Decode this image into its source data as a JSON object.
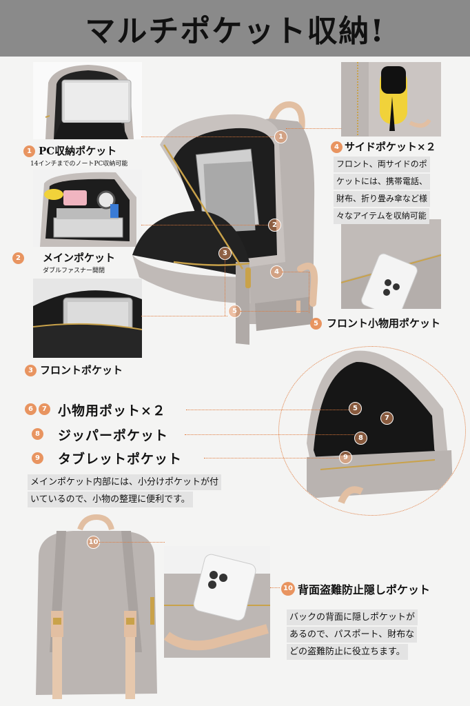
{
  "header": {
    "title": "マルチポケット収納!"
  },
  "items": {
    "i1": {
      "num": "1",
      "label": "PC収納ポケット",
      "note": "14インチまでのノートPC収納可能"
    },
    "i2": {
      "num": "2",
      "label": "メインポケット",
      "note": "ダブルファスナー開閉"
    },
    "i3": {
      "num": "3",
      "label": "フロントポケット"
    },
    "i4": {
      "num": "4",
      "label": "サイドポケット×２",
      "desc": [
        "フロント、両サイドのポ",
        "ケットには、携帯電話、",
        "財布、折り畳み傘など様",
        "々なアイテムを収納可能"
      ]
    },
    "i5": {
      "num": "5",
      "label": "フロント小物用ポケット"
    },
    "i67": {
      "num_a": "6",
      "num_b": "7",
      "label": "小物用ポット×２"
    },
    "i8": {
      "num": "8",
      "label": "ジッパーポケット"
    },
    "i9": {
      "num": "9",
      "label": "タブレットポケット"
    },
    "i10": {
      "num": "10",
      "label": "背面盗難防止隠しポケット",
      "desc": [
        "バックの背面に隠しポケットが",
        "あるので、パスポート、財布な",
        "どの盗難防止に役立ちます。"
      ]
    }
  },
  "inner_note": [
    "メインポケット内部には、小分けポケットが付",
    "いているので、小物の整理に便利です。"
  ],
  "colors": {
    "header_bg": "#8a8a8a",
    "accent": "#e89460",
    "bag": "#b9b3b0",
    "strap": "#e6c3a6",
    "zip": "#c9a24a"
  }
}
